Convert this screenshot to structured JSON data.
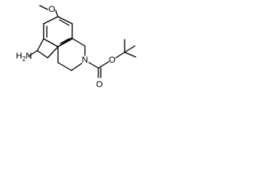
{
  "molecule": {
    "labels": {
      "methoxy_o": "O",
      "amine": "H2N",
      "ring_n": "N",
      "carbonyl_o": "O",
      "ester_o": "O"
    }
  }
}
